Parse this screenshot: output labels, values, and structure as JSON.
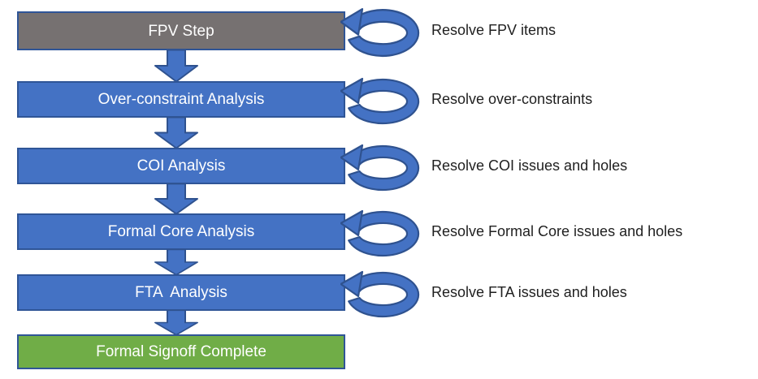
{
  "diagram": {
    "steps": [
      {
        "label": "FPV Step",
        "fill": "#767171",
        "loop_label": "Resolve FPV items"
      },
      {
        "label": "Over-constraint Analysis",
        "fill": "#4472C4",
        "loop_label": "Resolve over-constraints"
      },
      {
        "label": "COI Analysis",
        "fill": "#4472C4",
        "loop_label": "Resolve COI issues and holes"
      },
      {
        "label": "Formal Core Analysis",
        "fill": "#4472C4",
        "loop_label": "Resolve Formal Core issues and holes"
      },
      {
        "label": "FTA  Analysis",
        "fill": "#4472C4",
        "loop_label": "Resolve FTA issues and holes"
      },
      {
        "label": "Formal Signoff Complete",
        "fill": "#70AD47",
        "loop_label": null
      }
    ],
    "colors": {
      "box_blue": "#4472C4",
      "box_gray": "#767171",
      "box_green": "#70AD47",
      "box_border": "#2F5597",
      "arrow_fill": "#4472C4",
      "arrow_border": "#2F528F",
      "box_text": "#FFFFFF",
      "annotation_text": "#1F1F1F"
    }
  }
}
